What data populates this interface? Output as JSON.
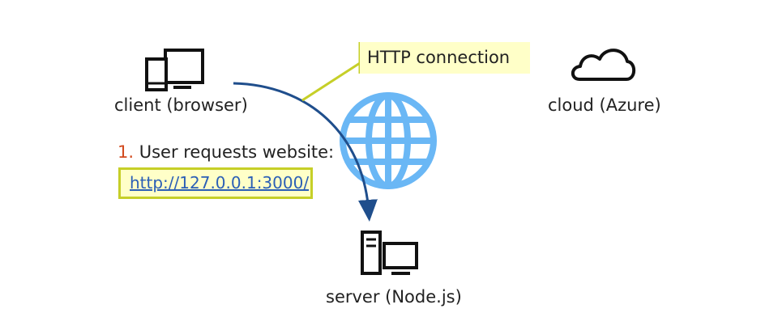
{
  "nodes": {
    "client": {
      "label": "client (browser)"
    },
    "cloud": {
      "label": "cloud (Azure)"
    },
    "server": {
      "label": "server (Node.js)"
    }
  },
  "callout": {
    "text": "HTTP connection"
  },
  "step": {
    "number": "1.",
    "text": " User requests website:",
    "url": "http://127.0.0.1:3000/"
  },
  "colors": {
    "arrow": "#1f4e8c",
    "globe": "#6ab7f5",
    "callout_fill": "#ffffc8",
    "callout_line": "#c6cf28",
    "step_number": "#d24a1e",
    "link": "#2b5fb6",
    "text": "#222222"
  },
  "icons": {
    "client": "client-devices-icon",
    "cloud": "cloud-icon",
    "server": "server-devices-icon",
    "network": "globe-icon"
  }
}
